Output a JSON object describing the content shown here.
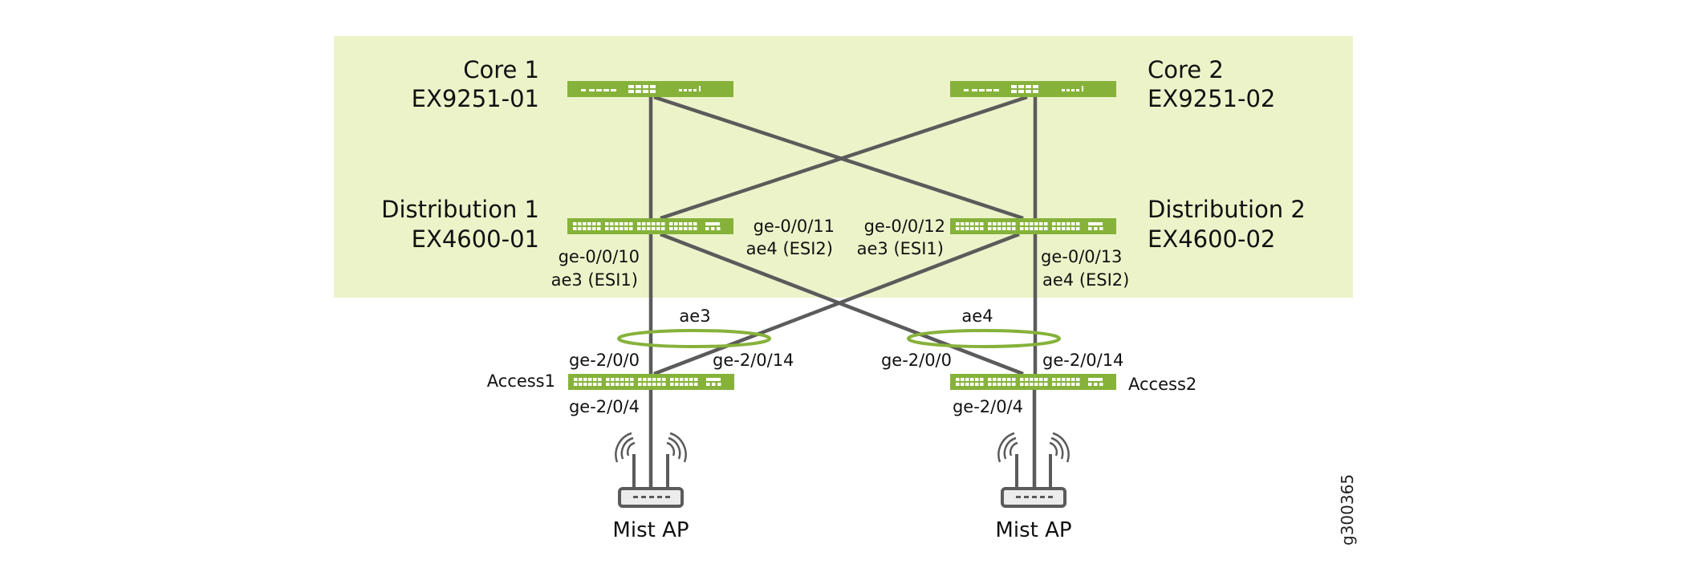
{
  "figure_id": "g300365",
  "colors": {
    "zone_background": "#edf3c9",
    "switch_green": "#86b23a",
    "link_gray": "#5b5b5b",
    "lag_ring_green": "#86b23a",
    "text": "#111111"
  },
  "nodes": {
    "core1": {
      "name": "Core 1",
      "model": "EX9251-01",
      "type": "core-switch"
    },
    "core2": {
      "name": "Core 2",
      "model": "EX9251-02",
      "type": "core-switch"
    },
    "dist1": {
      "name": "Distribution 1",
      "model": "EX4600-01",
      "type": "distribution-switch"
    },
    "dist2": {
      "name": "Distribution 2",
      "model": "EX4600-02",
      "type": "distribution-switch"
    },
    "access1": {
      "name": "Access1",
      "type": "access-switch"
    },
    "access2": {
      "name": "Access2",
      "type": "access-switch"
    },
    "ap1": {
      "name": "Mist AP",
      "type": "access-point"
    },
    "ap2": {
      "name": "Mist AP",
      "type": "access-point"
    }
  },
  "port_labels": {
    "dist1_down": {
      "port": "ge-0/0/10",
      "lag": "ae3 (ESI1)"
    },
    "dist1_cross": {
      "port": "ge-0/0/11",
      "lag": "ae4 (ESI2)"
    },
    "dist2_cross": {
      "port": "ge-0/0/12",
      "lag": "ae3 (ESI1)"
    },
    "dist2_down": {
      "port": "ge-0/0/13",
      "lag": "ae4 (ESI2)"
    },
    "access1_up_left": "ge-2/0/0",
    "access1_up_right": "ge-2/0/14",
    "access1_down": "ge-2/0/4",
    "access2_up_left": "ge-2/0/0",
    "access2_up_right": "ge-2/0/14",
    "access2_down": "ge-2/0/4"
  },
  "lags": {
    "access1": "ae3",
    "access2": "ae4"
  },
  "links": [
    {
      "from": "core1",
      "to": "dist1"
    },
    {
      "from": "core1",
      "to": "dist2"
    },
    {
      "from": "core2",
      "to": "dist1"
    },
    {
      "from": "core2",
      "to": "dist2"
    },
    {
      "from": "dist1",
      "to": "access1",
      "port": "ge-0/0/10"
    },
    {
      "from": "dist1",
      "to": "access2",
      "port": "ge-0/0/11"
    },
    {
      "from": "dist2",
      "to": "access1",
      "port": "ge-0/0/12"
    },
    {
      "from": "dist2",
      "to": "access2",
      "port": "ge-0/0/13"
    },
    {
      "from": "access1",
      "to": "ap1",
      "port": "ge-2/0/4"
    },
    {
      "from": "access2",
      "to": "ap2",
      "port": "ge-2/0/4"
    }
  ]
}
